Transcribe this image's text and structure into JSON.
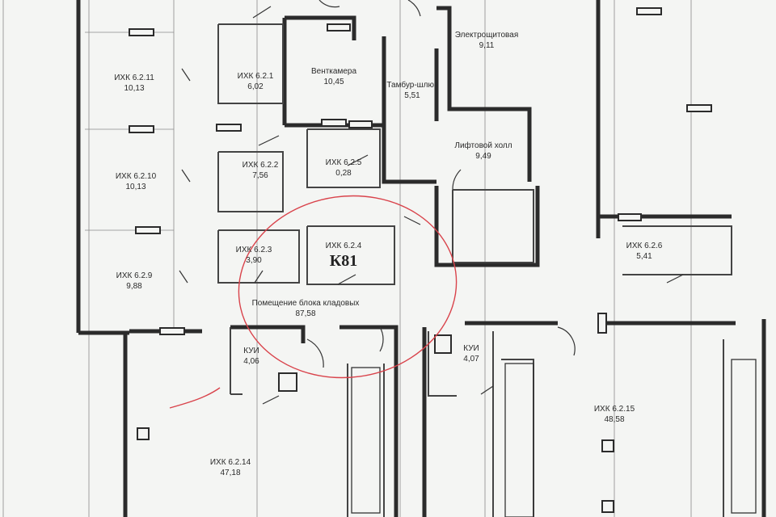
{
  "plan": {
    "rooms": [
      {
        "id": "ikh-6-2-11",
        "name": "ИХК 6.2.11",
        "area": "10,13"
      },
      {
        "id": "ikh-6-2-10",
        "name": "ИХК 6.2.10",
        "area": "10,13"
      },
      {
        "id": "ikh-6-2-9",
        "name": "ИХК 6.2.9",
        "area": "9,88"
      },
      {
        "id": "ikh-6-2-1",
        "name": "ИХК 6.2.1",
        "area": "6,02"
      },
      {
        "id": "ikh-6-2-2",
        "name": "ИХК 6.2.2",
        "area": "7,56"
      },
      {
        "id": "ikh-6-2-3",
        "name": "ИХК 6.2.3",
        "area": "3,90"
      },
      {
        "id": "ikh-6-2-4",
        "name": "ИХК 6.2.4",
        "area": ""
      },
      {
        "id": "ikh-6-2-5",
        "name": "ИХК 6.2.5",
        "area": "0,28"
      },
      {
        "id": "ventkamera",
        "name": "Венткамера",
        "area": "10,45"
      },
      {
        "id": "tambur-shlyuz",
        "name": "Тамбур-шлюз",
        "area": "5,51"
      },
      {
        "id": "elektroshchitovaya",
        "name": "Электрощитовая",
        "area": "9,11"
      },
      {
        "id": "liftovoy-kholl",
        "name": "Лифтовой холл",
        "area": "9,49"
      },
      {
        "id": "ikh-6-2-6",
        "name": "ИХК 6.2.6",
        "area": "5,41"
      },
      {
        "id": "pomeshchenie-kladovykh",
        "name": "Помещение блока кладовых",
        "area": "87,58"
      },
      {
        "id": "kui-left",
        "name": "КУИ",
        "area": "4,06"
      },
      {
        "id": "kui-right",
        "name": "КУИ",
        "area": "4,07"
      },
      {
        "id": "ikh-6-2-14",
        "name": "ИХК 6.2.14",
        "area": "47,18"
      },
      {
        "id": "ikh-6-2-15",
        "name": "ИХК 6.2.15",
        "area": "48,58"
      }
    ],
    "markup_text": "К81",
    "colors": {
      "background": "#f4f5f3",
      "wall": "#2b2b2b",
      "thin_line": "#555555",
      "highlight": "#d9434b"
    }
  }
}
